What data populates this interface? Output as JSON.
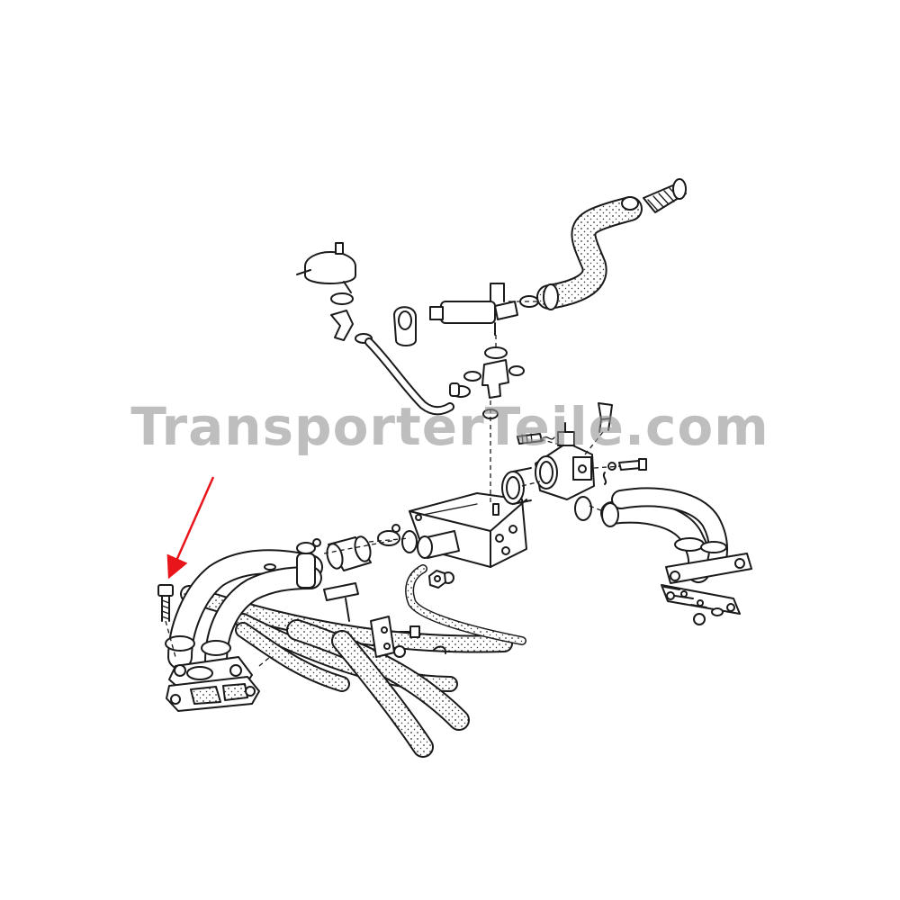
{
  "watermark": {
    "text": "TransporterTeile.com"
  },
  "diagram": {
    "subject": "coolant hoses and pipes exploded view",
    "highlight_color": "#e8161b",
    "line_color": "#1a1a1a",
    "fill_color": "#ffffff",
    "hatch_color": "#e9e9e9",
    "pointer_target": "bolt"
  }
}
